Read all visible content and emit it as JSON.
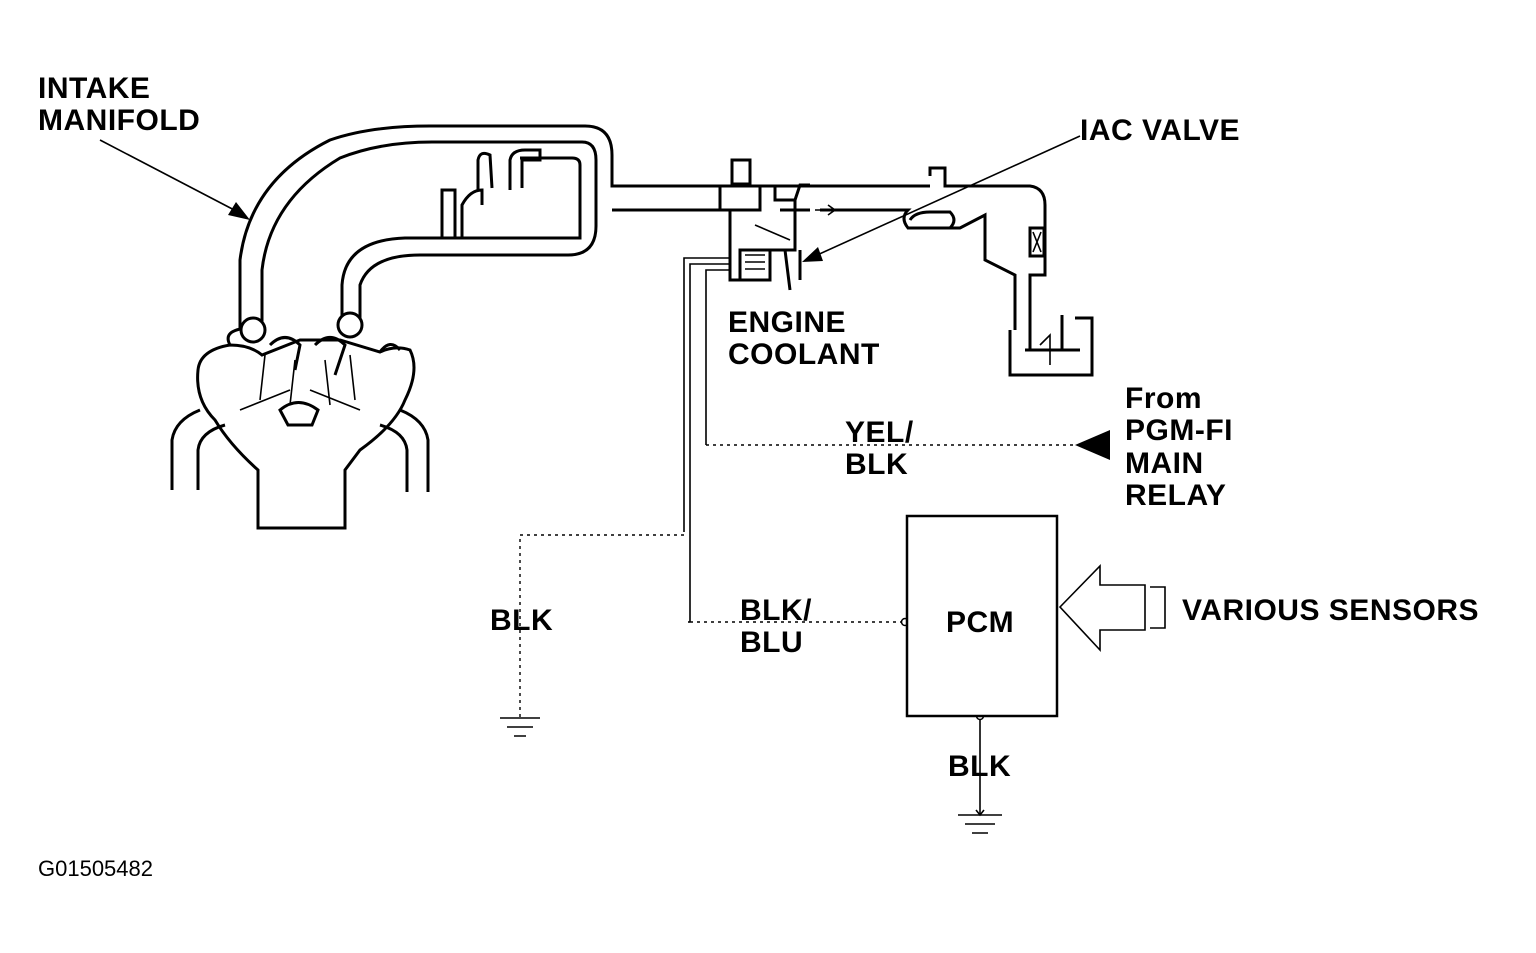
{
  "labels": {
    "intake_manifold_line1": "INTAKE",
    "intake_manifold_line2": "MANIFOLD",
    "iac_valve": "IAC VALVE",
    "engine_coolant_line1": "ENGINE",
    "engine_coolant_line2": "COOLANT",
    "from_relay_line1": "From",
    "from_relay_line2": "PGM-FI",
    "from_relay_line3": "MAIN",
    "from_relay_line4": "RELAY",
    "wire_yel_blk_line1": "YEL/",
    "wire_yel_blk_line2": "BLK",
    "wire_blk_left": "BLK",
    "wire_blk_blu_line1": "BLK/",
    "wire_blk_blu_line2": "BLU",
    "pcm": "PCM",
    "various_sensors": "VARIOUS SENSORS",
    "wire_blk_bottom": "BLK",
    "figure_code": "G01505482"
  },
  "icons": [
    "engine-block-icon",
    "intake-pipe-icon",
    "iac-valve-icon",
    "throttle-body-icon",
    "ground-symbol-icon",
    "arrow-left-icon",
    "hollow-arrow-icon"
  ]
}
